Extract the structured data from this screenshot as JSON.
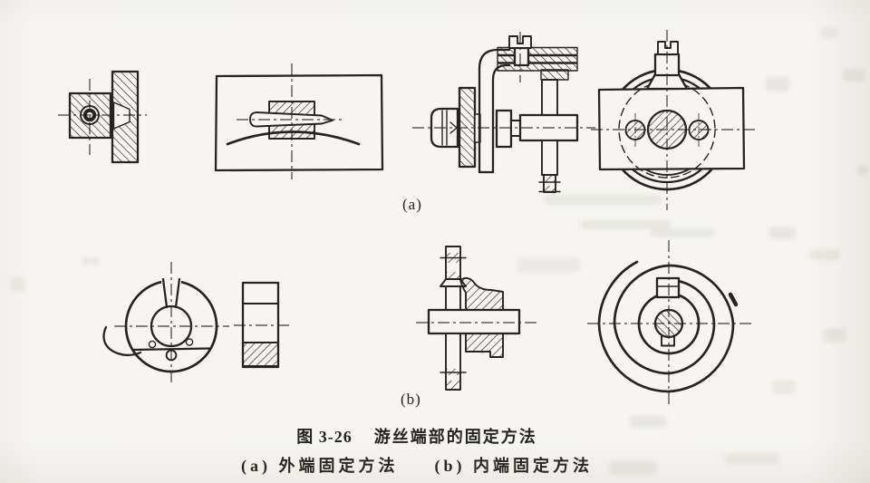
{
  "page": {
    "kind": "scanned-book-figure",
    "figure": {
      "number": "图 3-26",
      "title": "游丝端部的固定方法",
      "sublabel_a": "(a)",
      "sublabel_b": "(b)",
      "legend_a": "(a) 外端固定方法",
      "legend_b": "(b) 内端固定方法"
    },
    "colors": {
      "ink": "#26241f",
      "paper": "#f6f5f1"
    }
  }
}
